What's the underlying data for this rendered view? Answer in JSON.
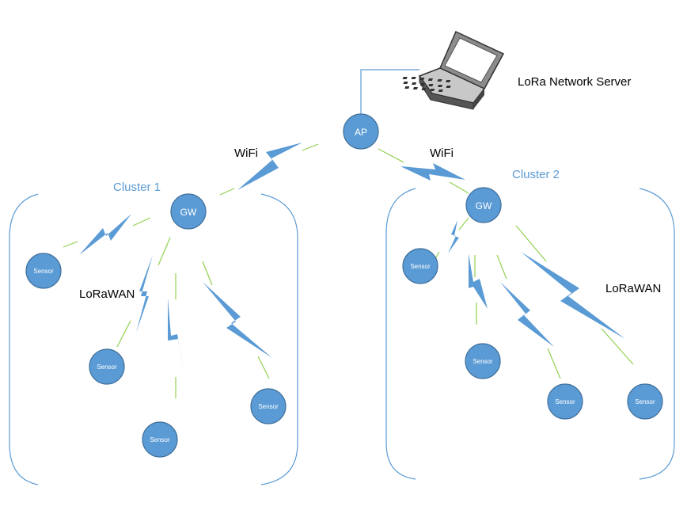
{
  "server": {
    "label": "LoRa Network Server",
    "icon": "laptop-icon"
  },
  "ap": {
    "label": "AP"
  },
  "links": {
    "wifi_left": "WiFi",
    "wifi_right": "WiFi",
    "lorawan_left": "LoRaWAN",
    "lorawan_right": "LoRaWAN"
  },
  "clusters": [
    {
      "title": "Cluster 1",
      "gateway": "GW",
      "sensors": [
        "Sensor",
        "Sensor",
        "Sensor",
        "Sensor"
      ]
    },
    {
      "title": "Cluster 2",
      "gateway": "GW",
      "sensors": [
        "Sensor",
        "Sensor",
        "Sensor",
        "Sensor"
      ]
    }
  ],
  "colors": {
    "node_fill": "#5b9bd5",
    "node_stroke": "#41719c",
    "link_line": "#92d050",
    "bolt": "#5b9bd5",
    "cluster_bracket": "#5b9bd5",
    "server_line": "#5b9bd5"
  }
}
